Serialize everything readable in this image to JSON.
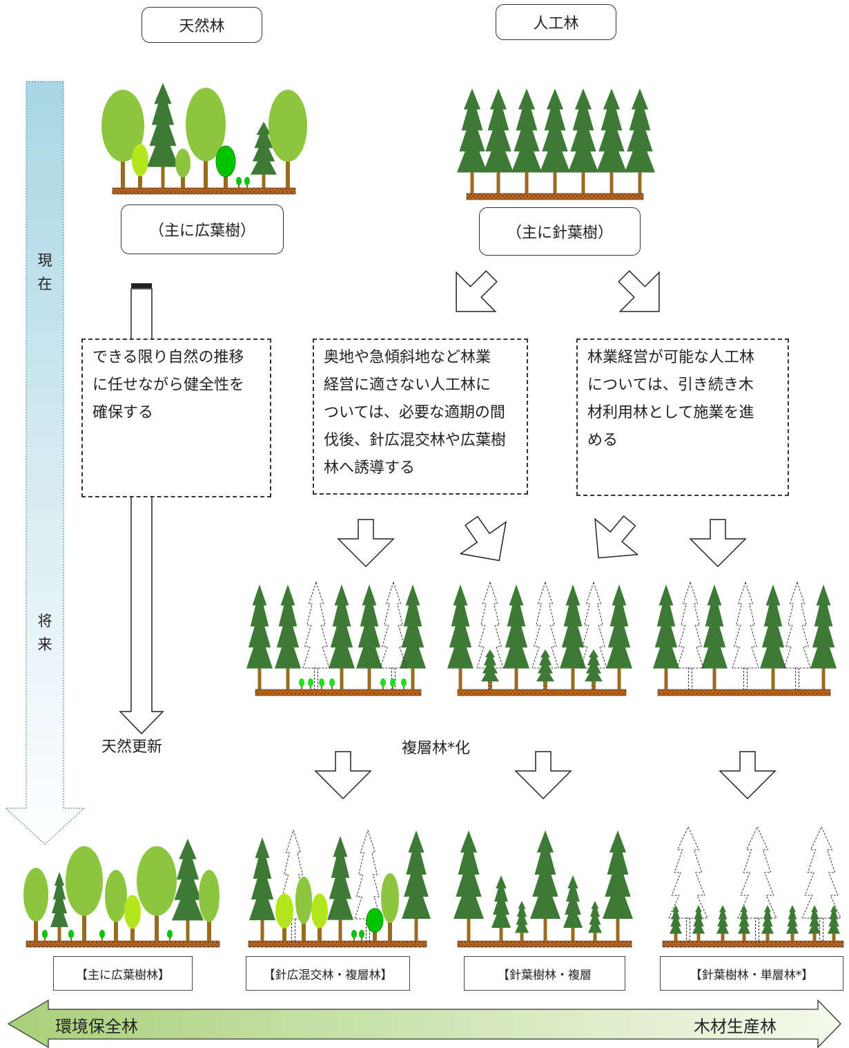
{
  "headers": {
    "natural": "天然林",
    "artificial": "人工林"
  },
  "captions": {
    "natural": "（主に広葉樹）",
    "artificial": "（主に針葉樹）"
  },
  "time_axis": {
    "now": "現在",
    "future": "将来"
  },
  "policies": {
    "natural": "できる限り自然の推移\nに任せながら健全性を\n確保する",
    "remote": "奥地や急傾斜地など林業\n経営に適さない人工林に\nついては、必要な適期の間\n伐後、針広混交林や広葉樹\n林へ誘導する",
    "managed": "林業経営が可能な人工林\nについては、引き続き木\n材利用林として施業を進\nめる"
  },
  "transitions": {
    "natural_regeneration": "天然更新",
    "multilayer": "複層林*化"
  },
  "outcomes": [
    "【主に広葉樹林】",
    "【針広混交林・複層林】",
    "【針葉樹林・複層",
    "【針葉樹林・単層林*】"
  ],
  "spectrum": {
    "left": "環境保全林",
    "right": "木材生産林"
  },
  "colors": {
    "conifer": "#3d7a35",
    "broadleaf": "#8cc63f",
    "broadleaf_light": "#b5e61d",
    "trunk": "#9a6a1e",
    "soil": "#b7651f",
    "spectrum_dark": "#a9d07a",
    "spectrum_light": "#eaf5dc",
    "axis_top": "#a8d6e4"
  }
}
